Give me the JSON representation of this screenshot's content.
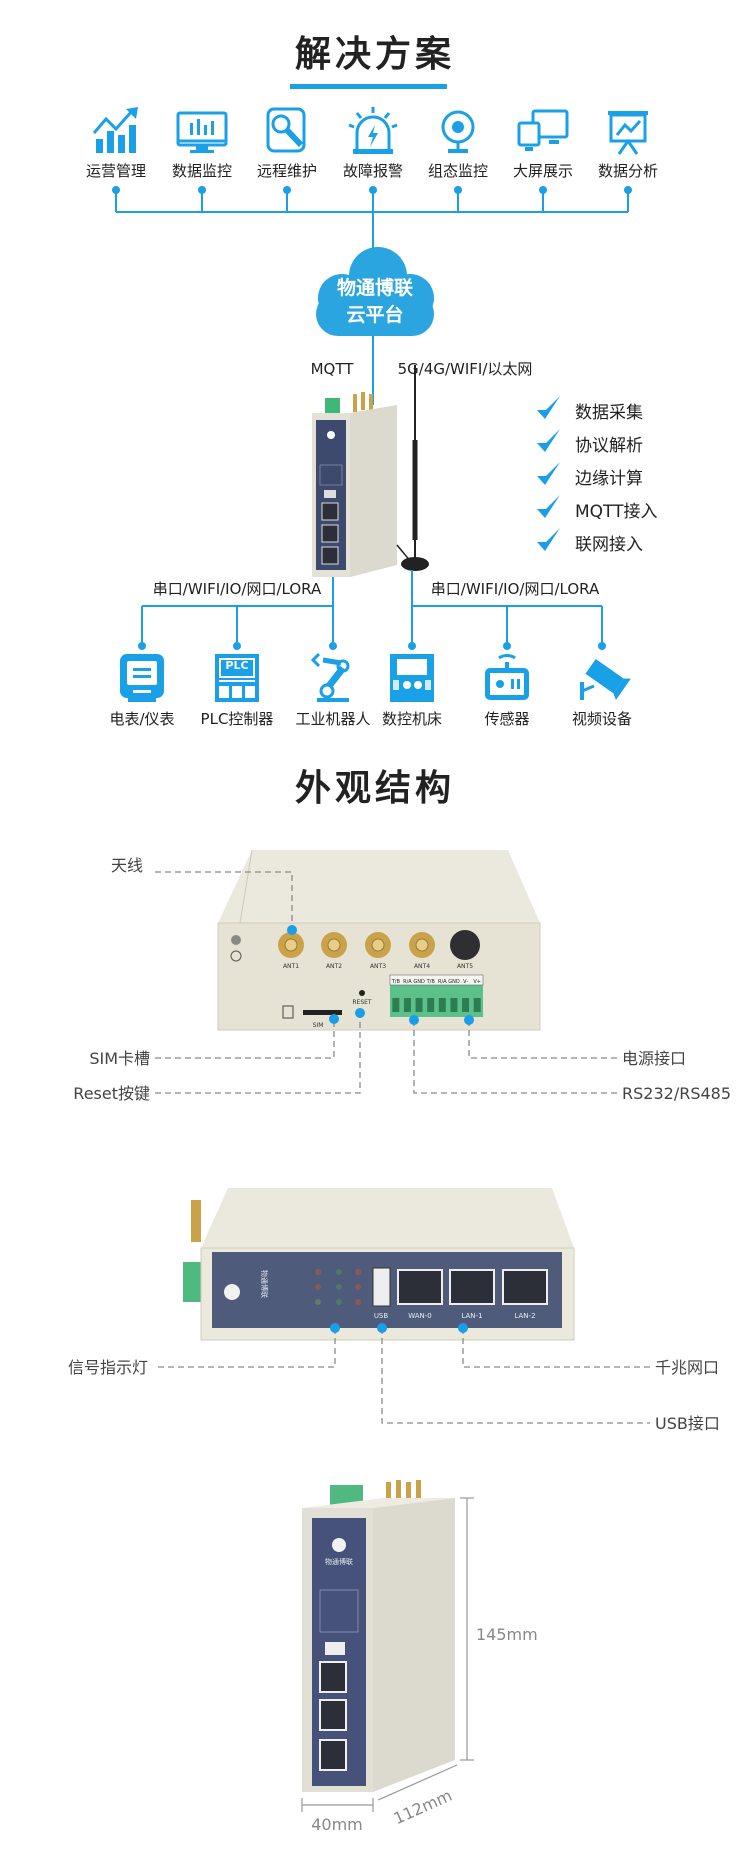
{
  "colors": {
    "accent": "#1aa0e6",
    "cloud": "#2aa5e0",
    "panel": "#46527a"
  },
  "solution": {
    "title": "解决方案",
    "features": [
      {
        "label": "运营管理",
        "icon": "growth-chart-icon"
      },
      {
        "label": "数据监控",
        "icon": "monitor-icon"
      },
      {
        "label": "远程维护",
        "icon": "wrench-icon"
      },
      {
        "label": "故障报警",
        "icon": "alarm-icon"
      },
      {
        "label": "组态监控",
        "icon": "webcam-icon"
      },
      {
        "label": "大屏展示",
        "icon": "screens-icon"
      },
      {
        "label": "数据分析",
        "icon": "presentation-icon"
      }
    ],
    "cloud": {
      "line1": "物通博联",
      "line2": "云平台"
    },
    "protocol_left": "MQTT",
    "protocol_right": "5G/4G/WIFI/以太网",
    "checklist": [
      "数据采集",
      "协议解析",
      "边缘计算",
      "MQTT接入",
      "联网接入"
    ],
    "link_left": "串口/WIFI/IO/网口/LORA",
    "link_right": "串口/WIFI/IO/网口/LORA",
    "devices": [
      {
        "label": "电表/仪表",
        "icon": "meter-icon"
      },
      {
        "label": "PLC控制器",
        "icon": "plc-icon",
        "icon_text": "PLC"
      },
      {
        "label": "工业机器人",
        "icon": "robot-arm-icon"
      },
      {
        "label": "数控机床",
        "icon": "cnc-machine-icon"
      },
      {
        "label": "传感器",
        "icon": "sensor-icon"
      },
      {
        "label": "视频设备",
        "icon": "camera-icon"
      }
    ]
  },
  "appearance": {
    "title": "外观结构",
    "front": {
      "antenna": "天线",
      "sim": "SIM卡槽",
      "reset": "Reset按键",
      "power": "电源接口",
      "serial": "RS232/RS485",
      "ant_labels": [
        "ANT1",
        "ANT2",
        "ANT3",
        "ANT4",
        "ANT5"
      ],
      "sim_mark": "SIM",
      "reset_mark": "RESET",
      "terminal": [
        "T/B",
        "R/A",
        "GND",
        "T/B",
        "R/A",
        "GND",
        "V-",
        "V+"
      ]
    },
    "panel": {
      "indicator": "信号指示灯",
      "gigabit": "千兆网口",
      "usb": "USB接口",
      "brand": "物通博联",
      "ports": [
        "USB",
        "WAN-0",
        "LAN-1",
        "LAN-2"
      ]
    },
    "dimensions": {
      "height": "145mm",
      "width": "40mm",
      "depth": "112mm"
    }
  }
}
